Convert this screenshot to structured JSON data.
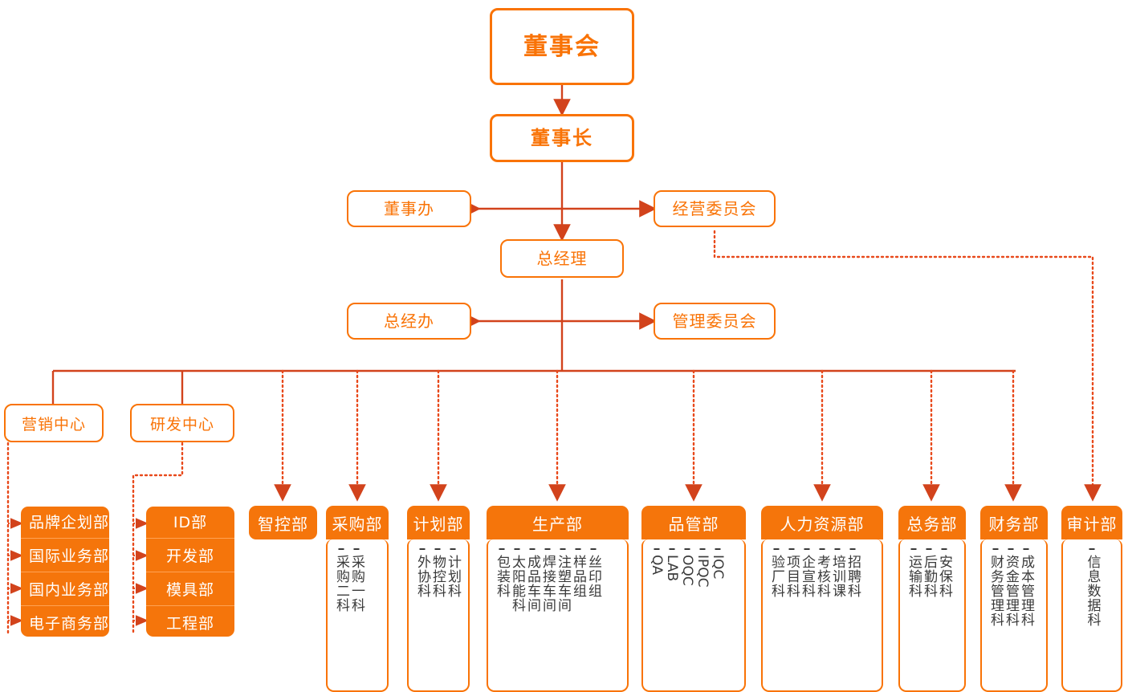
{
  "theme": {
    "box_border": "#F97306",
    "box_text": "#F97306",
    "fill_orange": "#F5750B",
    "wire_solid": "#D2431C",
    "wire_dotted": "#E8491B",
    "sub_text": "#3a3a3a",
    "white": "#FFFFFF"
  },
  "top": {
    "board": "董事会",
    "chairman": "董事长",
    "board_office": "董事办",
    "operating_committee": "经营委员会",
    "general_manager": "总经理",
    "gm_office": "总经办",
    "management_committee": "管理委员会"
  },
  "centers": [
    {
      "name": "营销中心",
      "subs": [
        "品牌企划部",
        "国际业务部",
        "国内业务部",
        "电子商务部"
      ]
    },
    {
      "name": "研发中心",
      "subs": [
        "ID部",
        "开发部",
        "模具部",
        "工程部"
      ]
    }
  ],
  "standalone": {
    "name": "智控部"
  },
  "departments": [
    {
      "name": "采购部",
      "subs": [
        "采购一科",
        "采购二科"
      ]
    },
    {
      "name": "计划部",
      "subs": [
        "计划科",
        "物控科",
        "外协科"
      ]
    },
    {
      "name": "生产部",
      "subs": [
        "丝印组",
        "样品组",
        "注塑车间",
        "焊接车间",
        "成品车间",
        "太阳能科",
        "包装科"
      ]
    },
    {
      "name": "品管部",
      "subs": [
        "IQC",
        "IPQC",
        "OQC",
        "LAB",
        "QA"
      ],
      "latin": true
    },
    {
      "name": "人力资源部",
      "subs": [
        "招聘科",
        "培训课",
        "考核科",
        "企宣科",
        "项目科",
        "验厂科"
      ]
    },
    {
      "name": "总务部",
      "subs": [
        "安保科",
        "后勤科",
        "运输科"
      ]
    },
    {
      "name": "财务部",
      "subs": [
        "成本管理科",
        "资金管理科",
        "财务管理科"
      ]
    },
    {
      "name": "审计部",
      "subs": [
        "信息数据科"
      ]
    }
  ]
}
